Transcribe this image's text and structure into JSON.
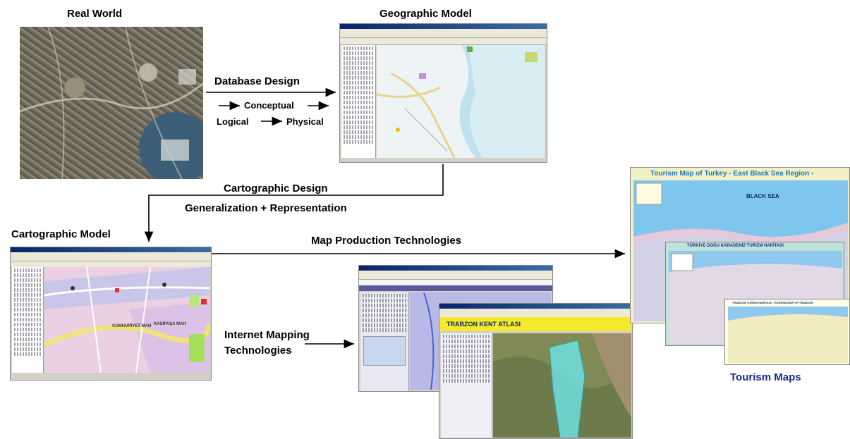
{
  "labels": {
    "real_world": "Real World",
    "geographic_model": "Geographic Model",
    "database_design": "Database Design",
    "conceptual": "Conceptual",
    "logical": "Logical",
    "physical": "Physical",
    "cartographic_design": "Cartographic Design",
    "generalization_representation": "Generalization +  Representation",
    "cartographic_model": "Cartographic Model",
    "map_production": "Map Production Technologies",
    "internet_mapping_1": "Internet Mapping",
    "internet_mapping_2": "Technologies",
    "tourism_maps": "Tourism Maps"
  },
  "tourism_map_titles": {
    "main": "Tourism Map of Turkey  - East Black Sea Region -",
    "sea": "BLACK SEA",
    "second": "TÜRKİYE DOĞU KARADENİZ TURİZM HARİTASI",
    "third": "TRABZON TURİZM HARİTASI / TOURISM MAP OF TRABZON"
  },
  "web_titles": {
    "atlas": "TRABZON KENT ATLASI"
  },
  "map_labels": {
    "cumhuriyet": "CUMHURİYET MAH",
    "kasipasa": "KASIPAŞA MAH"
  },
  "colors": {
    "tourism_title": "#1a2a8c",
    "arrow": "#000000"
  }
}
